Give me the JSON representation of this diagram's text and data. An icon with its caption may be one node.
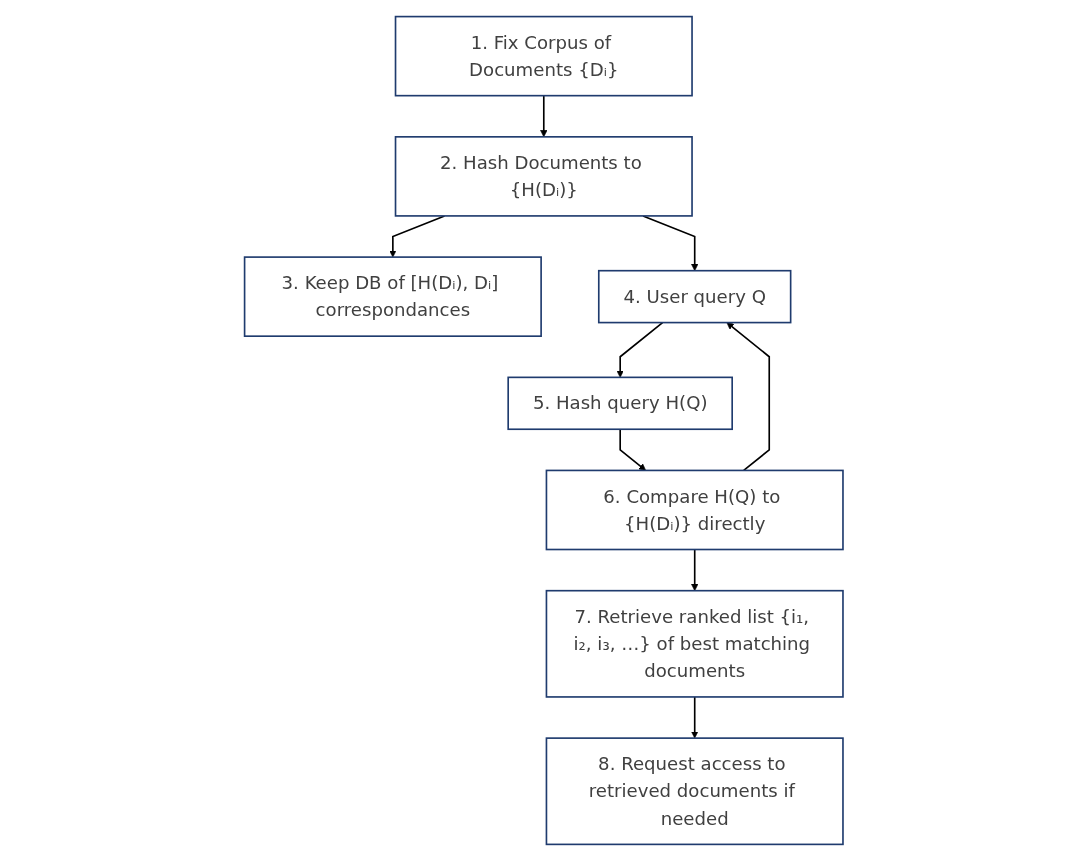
{
  "diagram": {
    "nodes": [
      {
        "text": [
          "1. Fix Corpus of Documents {Dᵢ}"
        ]
      },
      {
        "text": [
          "2. Hash Documents to {H(Dᵢ)}"
        ]
      },
      {
        "text": [
          "3. Keep DB of [H(Dᵢ), Dᵢ] correspondances"
        ]
      },
      {
        "text": [
          "4. User query Q"
        ]
      },
      {
        "text": [
          "5. Hash query H(Q)"
        ]
      },
      {
        "text": [
          "6. Compare H(Q) to {H(Dᵢ)} directly"
        ]
      },
      {
        "text": [
          "7. Retrieve ranked list {i₁, i₂, i₃, …} of best matching documents"
        ]
      },
      {
        "text": [
          "8. Request access to retrieved documents if needed"
        ]
      }
    ],
    "edges": [
      {
        "from": 0,
        "to": 1,
        "arrow": "to"
      },
      {
        "from": 1,
        "to": 2,
        "arrow": "to"
      },
      {
        "from": 1,
        "to": 3,
        "arrow": "to"
      },
      {
        "from": 3,
        "to": 4,
        "arrow": "to"
      },
      {
        "from": 4,
        "to": 5,
        "arrow": "to"
      },
      {
        "from": 5,
        "to": 3,
        "arrow": "to"
      },
      {
        "from": 5,
        "to": 6,
        "arrow": "to"
      },
      {
        "from": 6,
        "to": 7,
        "arrow": "to"
      }
    ]
  }
}
